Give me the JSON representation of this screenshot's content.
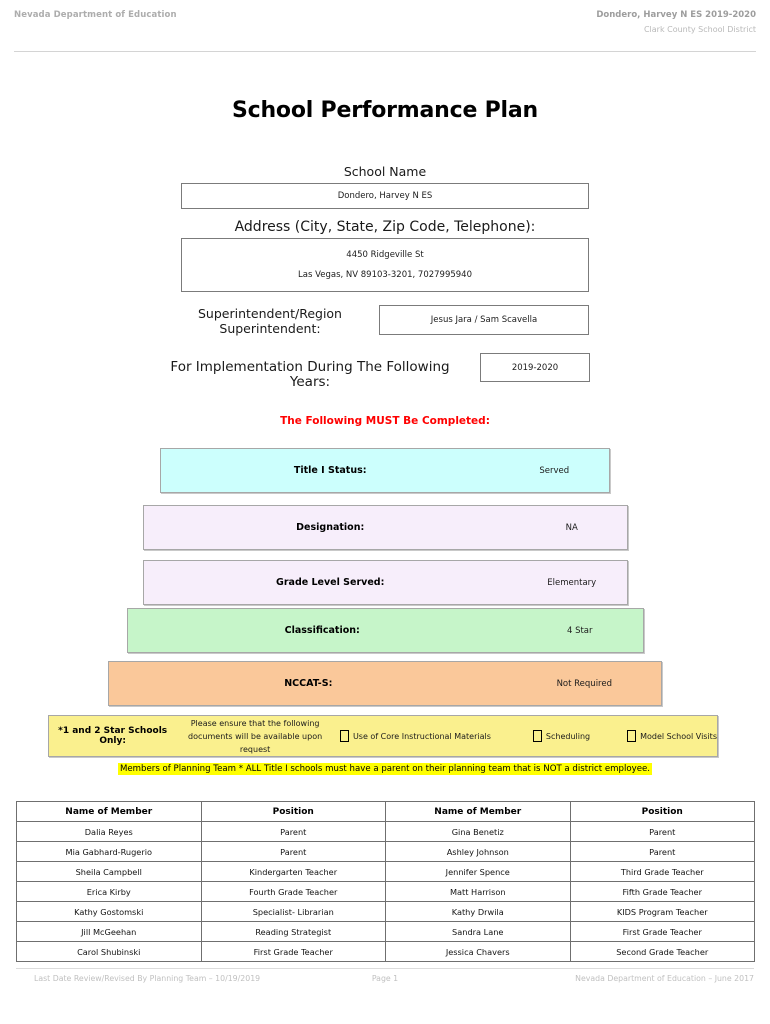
{
  "header": {
    "left": "Nevada Department of Education",
    "right_line1": "Dondero, Harvey N ES  2019-2020",
    "right_line2": "Clark County School District"
  },
  "title": "School Performance Plan",
  "fields": {
    "school_name_label": "School Name",
    "school_name_value": "Dondero, Harvey N ES",
    "address_label": "Address (City, State, Zip Code, Telephone):",
    "address_line1": "4450 Ridgeville St",
    "address_line2": "Las Vegas, NV  89103-3201, 7027995940",
    "superintendent_label_line1": "Superintendent/Region",
    "superintendent_label_line2": "Superintendent:",
    "superintendent_value": "Jesus Jara / Sam Scavella",
    "implementation_label": "For Implementation During The Following Years:",
    "implementation_value": "2019-2020"
  },
  "notice": "The Following MUST Be Completed:",
  "status_bars": [
    {
      "label": "Title I Status:",
      "value": "Served",
      "color": "#ccfffd"
    },
    {
      "label": "Designation:",
      "value": "NA",
      "color": "#f7eefb"
    },
    {
      "label": "Grade Level Served:",
      "value": "Elementary",
      "color": "#f7eefb"
    },
    {
      "label": "Classification:",
      "value": "4 Star",
      "color": "#c6f5c9"
    },
    {
      "label": "NCCAT-S:",
      "value": "Not Required",
      "color": "#fac89a"
    }
  ],
  "star_schools": {
    "title": "*1 and 2 Star Schools Only:",
    "note_line1": "Please ensure that the following",
    "note_line2": "documents will be available upon request",
    "checkboxes": [
      {
        "label": "Use of Core Instructional Materials",
        "checked": false
      },
      {
        "label": "Scheduling",
        "checked": false
      },
      {
        "label": "Model School Visits",
        "checked": false
      }
    ],
    "background_color": "#faf08e"
  },
  "planning_note": "Members of Planning Team * ALL Title I schools must have a parent on their planning team that is NOT a district employee.",
  "planning_note_highlight": "#ffff00",
  "members_table": {
    "columns": [
      "Name of Member",
      "Position",
      "Name of Member",
      "Position"
    ],
    "rows": [
      [
        "Dalia Reyes",
        "Parent",
        "Gina Benetiz",
        "Parent"
      ],
      [
        "Mia Gabhard-Rugerio",
        "Parent",
        "Ashley Johnson",
        "Parent"
      ],
      [
        "Sheila Campbell",
        "Kindergarten Teacher",
        "Jennifer Spence",
        "Third Grade Teacher"
      ],
      [
        "Erica Kirby",
        "Fourth Grade Teacher",
        "Matt Harrison",
        "Fifth Grade Teacher"
      ],
      [
        "Kathy Gostomski",
        "Specialist- Librarian",
        "Kathy Drwila",
        "KIDS Program Teacher"
      ],
      [
        "Jill McGeehan",
        "Reading Strategist",
        "Sandra Lane",
        "First Grade Teacher"
      ],
      [
        "Carol Shubinski",
        "First Grade Teacher",
        "Jessica Chavers",
        "Second Grade Teacher"
      ]
    ]
  },
  "footer": {
    "left": "Last Date Review/Revised By Planning Team – 10/19/2019",
    "center": "Page 1",
    "right": "Nevada Department of Education – June 2017"
  }
}
